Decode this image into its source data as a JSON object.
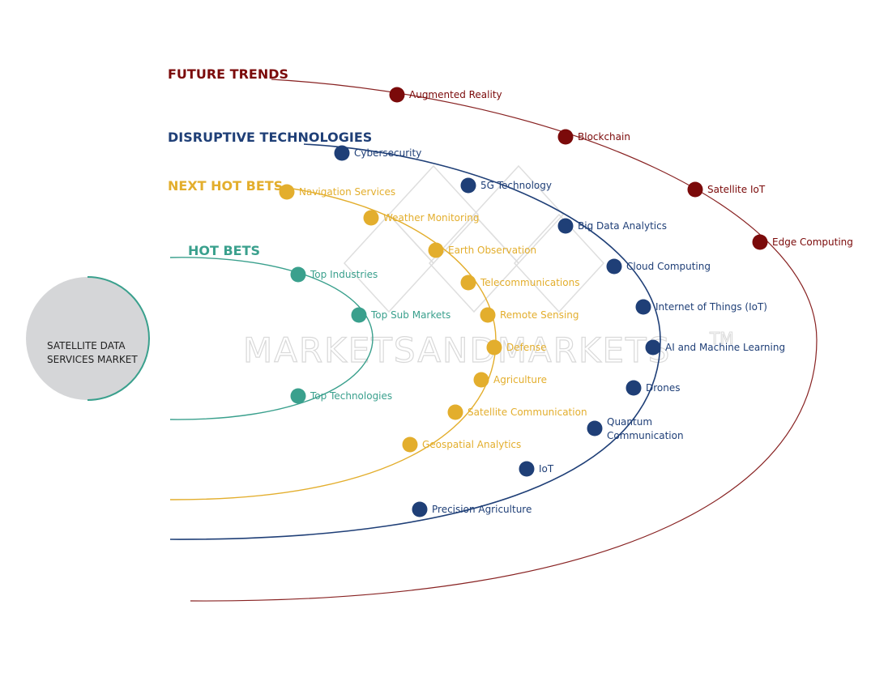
{
  "center": {
    "line1": "SATELLITE DATA",
    "line2": "SERVICES MARKET"
  },
  "watermark": {
    "text": "MARKETSANDMARKETS",
    "tm": "TM"
  },
  "colors": {
    "future": "#7b0a0a",
    "disruptive": "#1f3f77",
    "next": "#e3ae2d",
    "hot": "#3aa08d"
  },
  "categories": {
    "future": {
      "title": "FUTURE TRENDS",
      "items": [
        "Augmented Reality",
        "Blockchain",
        "Satellite IoT",
        "Edge Computing"
      ]
    },
    "disruptive": {
      "title": "DISRUPTIVE TECHNOLOGIES",
      "items": [
        "Cybersecurity",
        "5G Technology",
        "Big Data Analytics",
        "Cloud Computing",
        "Internet of Things (IoT)",
        "AI and Machine Learning",
        "Drones",
        "Quantum\nCommunication",
        "IoT",
        "Precision Agriculture"
      ]
    },
    "next": {
      "title": "NEXT HOT BETS",
      "items": [
        "Navigation Services",
        "Weather Monitoring",
        "Earth Observation",
        "Telecommunications",
        "Remote Sensing",
        "Defense",
        "Agriculture",
        "Satellite Communication",
        "Geospatial Analytics"
      ]
    },
    "hot": {
      "title": "HOT BETS",
      "items": [
        "Top Industries",
        "Top Sub Markets",
        "Top Technologies"
      ]
    }
  }
}
